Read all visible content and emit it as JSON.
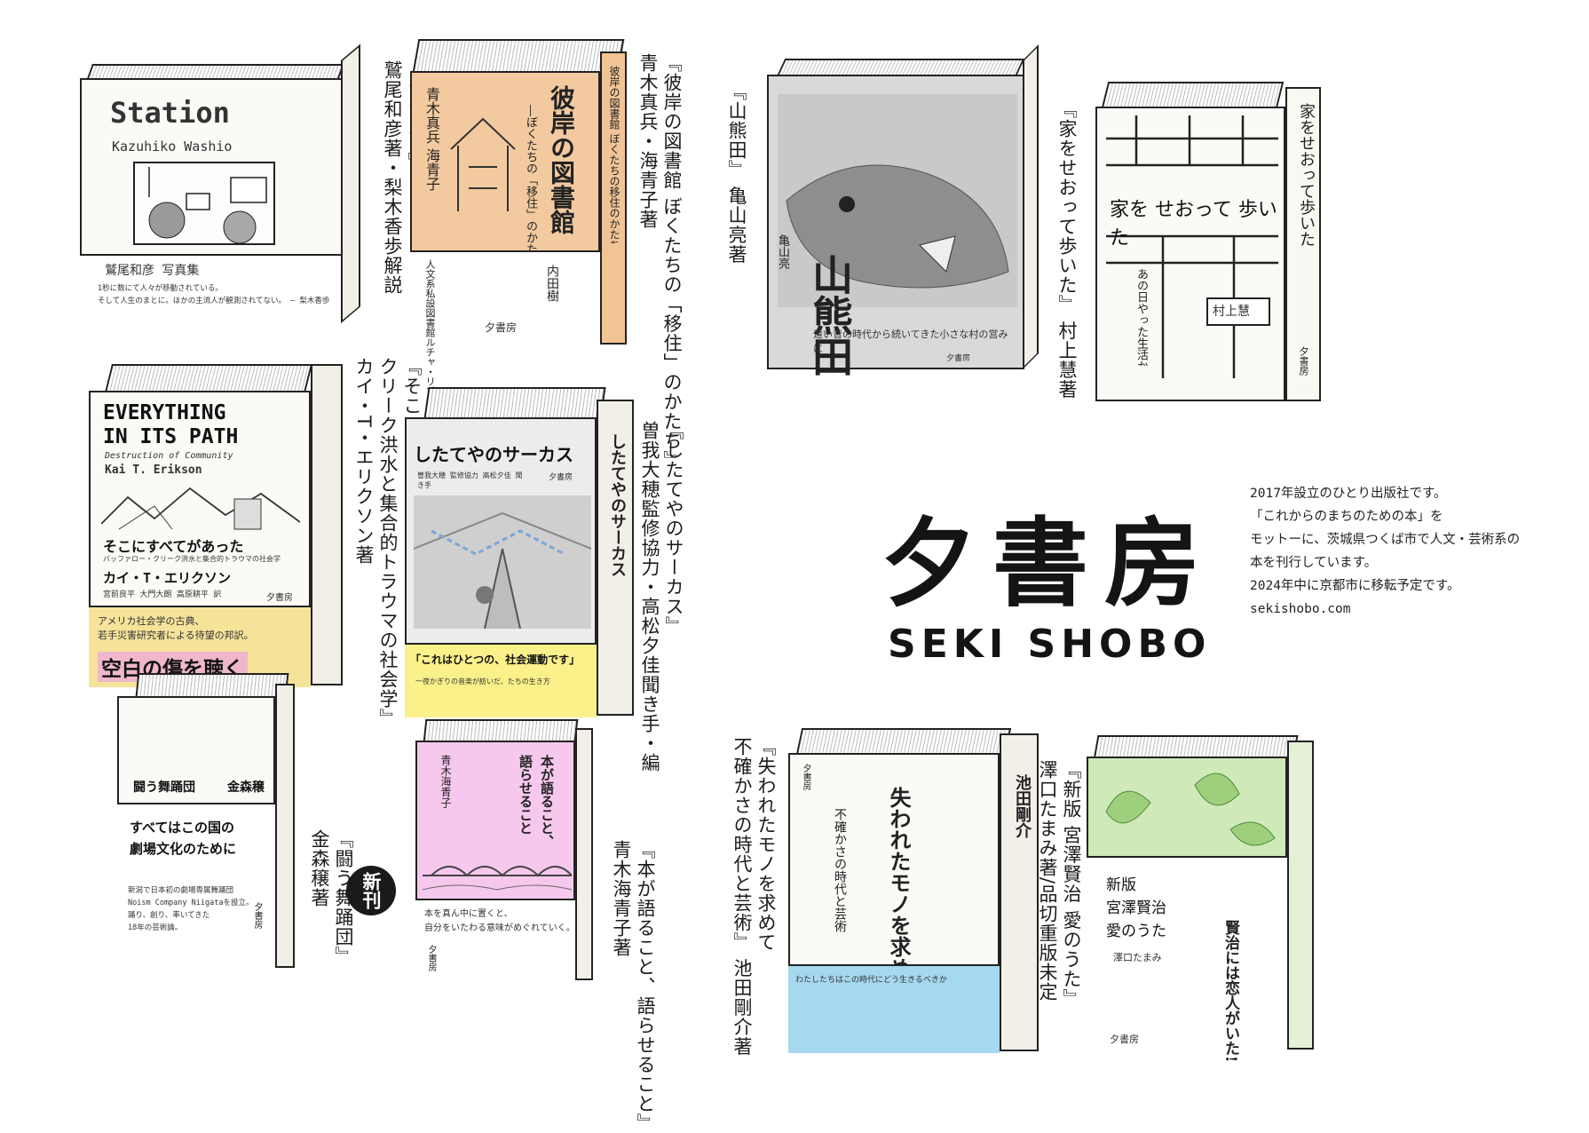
{
  "brand": {
    "name_ja": "夕書房",
    "name_en": "SEKI SHOBO"
  },
  "about": {
    "lines": [
      "2017年設立のひとり出版社です。",
      "「これからのまちのための本」を",
      "モットーに、茨城県つくば市で人文・芸術系の",
      "本を刊行しています。",
      "2024年中に京都市に移転予定です。",
      "sekishobo.com"
    ]
  },
  "new_badge": "新刊",
  "books": [
    {
      "id": "station",
      "caption": "『Station』\n鷲尾和彦著・梨木香歩解説",
      "cover_title": "Station",
      "cover_author": "Kazuhiko Washio",
      "band_text": "鷲尾和彦 写真集",
      "band_note": "1秒に数にて人々が移動されている。\nそして人生のまとに。ほかの主流人が観測されてない。 ― 梨木香歩",
      "accent": "#f4f1ea"
    },
    {
      "id": "higan",
      "caption": "『彼岸の図書館 ぼくたちの「移住」のかたち』\n青木真兵・海青子著",
      "cover_title": "彼岸の図書館",
      "cover_subtitle": "―ぼくたちの「移住」のかたち",
      "cover_author": "青木真兵 海青子",
      "spine_title": "彼岸の図書館 ぼくたちの移住のかたち",
      "band_text": "人文系私設図書館ルチャ・リブロ",
      "band_author": "内田樹",
      "publisher": "夕書房",
      "accent": "#f3caa0"
    },
    {
      "id": "yamakumada",
      "caption": "『山熊田』 亀山亮著",
      "cover_title": "山熊田",
      "cover_author": "亀山亮",
      "band_text": "遠い昔の時代から続いてきた小さな村の営みに",
      "publisher": "夕書房",
      "accent": "#d8d8d8"
    },
    {
      "id": "ie",
      "caption": "『家をせおって歩いた』 村上慧著",
      "cover_title": "家を せおって 歩いた",
      "spine_title": "家をせおって歩いた",
      "cover_author": "村上慧",
      "band_text": "あの日やった生活からの脱出を試みるのではなく",
      "publisher": "夕書房",
      "accent": "#ffffff"
    },
    {
      "id": "everything",
      "caption": "『そこにすべてがあった バッファロー\nクリーク洪水と集合的トラウマの社会学』\nカイ・T・エリクソン著",
      "cover_title": "EVERYTHING\nIN ITS PATH",
      "cover_subtitle": "Destruction of Community",
      "cover_author_en": "Kai T. Erikson",
      "cover_title_ja": "そこにすべてがあった",
      "cover_subtitle_ja": "バッファロー・クリーク洪水と集合的トラウマの社会学",
      "cover_author_ja": "カイ・T・エリクソン",
      "translators": "宮前良平 大門大朗 高原耕平 訳",
      "publisher": "夕書房",
      "band_text": "アメリカ社会学の古典、\n若手災害研究者による待望の邦訳。",
      "band_headline": "空白の傷を聴く",
      "accent": "#f6e39a"
    },
    {
      "id": "shitateya",
      "caption": "『したてやのサーカス』\n曽我大穂監修協力・高松夕佳聞き手・編",
      "cover_title": "したてやのサーカス",
      "cover_author": "曽我大穂 監修協力 高松夕佳 聞き手",
      "publisher": "夕書房",
      "band_text": "「これはひとつの、社会運動です」",
      "band_note": "一夜かぎりの音楽が紡いだ、たちの生き方",
      "accent": "#fbf18a"
    },
    {
      "id": "tatakau",
      "caption": "『闘う舞踊団』\n金森穣著",
      "cover_title": "闘う舞踊団",
      "cover_author": "金森穣",
      "band_text": "すべてはこの国の\n劇場文化のために",
      "band_note": "新潟で日本初の劇場専属舞踊団\nNoism Company Niigataを設立。\n踊り、創り、率いてきた\n18年の芸術論。",
      "publisher": "夕書房",
      "accent": "#ffffff"
    },
    {
      "id": "hon",
      "caption": "『本が語ること、語らせること』\n青木海青子著",
      "cover_title": "本が語ること、\n語らせること",
      "cover_author": "青木海青子",
      "band_text": "本を真ん中に置くと、\n自分をいたわる意味がめぐれていく。",
      "publisher": "夕書房",
      "accent": "#f6c8ee"
    },
    {
      "id": "ushinawareta",
      "caption": "『失われたモノを求めて\n不確かさの時代と芸術』 池田剛介著",
      "cover_title": "失われたモノを求めて",
      "cover_subtitle": "不確かさの時代と芸術",
      "cover_author": "池田剛介",
      "band_text": "わたしたちはこの時代にどう生きるべきか",
      "publisher": "夕書房",
      "accent": "#a6d8f0"
    },
    {
      "id": "kenji",
      "caption": "『新版 宮澤賢治 愛のうた』\n澤口たまみ著/品切重版未定",
      "cover_title": "新版\n宮澤賢治\n愛のうた",
      "cover_author": "澤口たまみ",
      "band_text": "賢治には恋人がいた!",
      "publisher": "夕書房",
      "accent": "#cfe9b8"
    }
  ]
}
